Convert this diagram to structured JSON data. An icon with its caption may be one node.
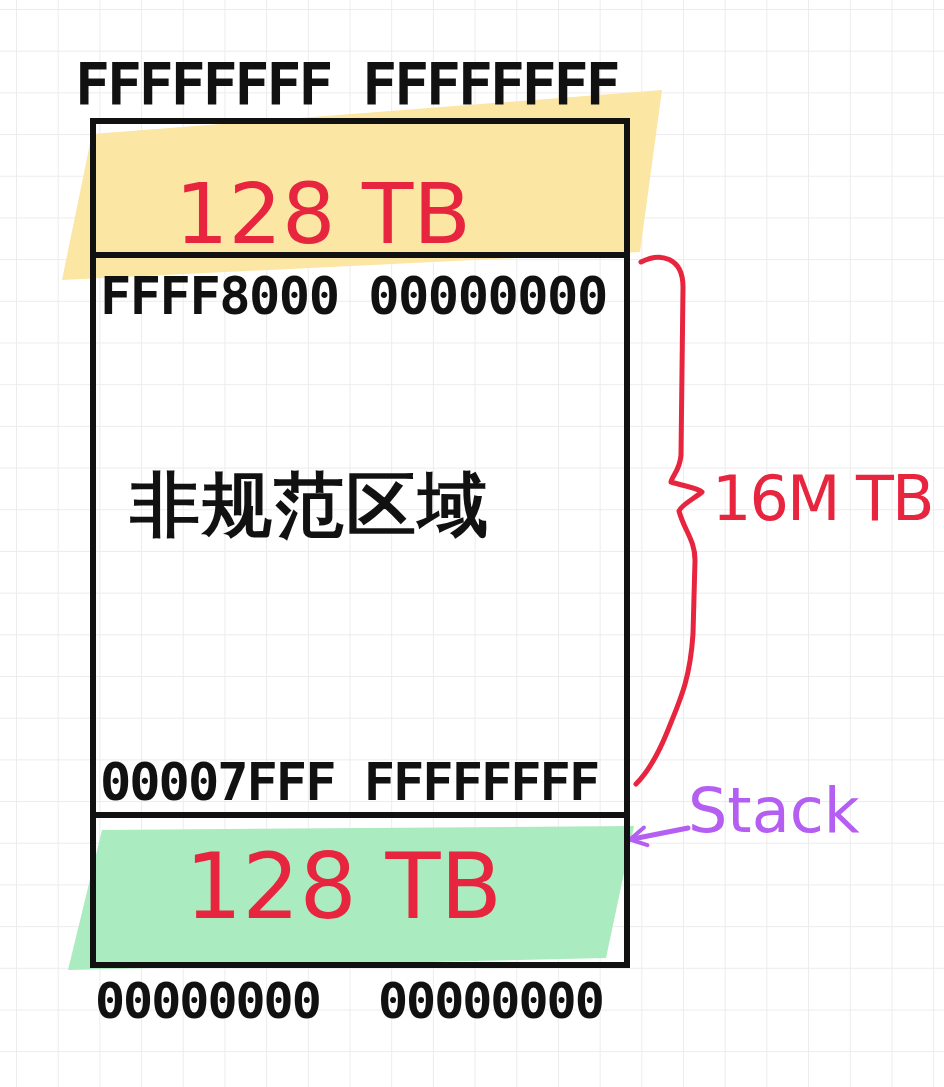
{
  "diagram": {
    "nodes": [
      {
        "text": [
          "128 TB"
        ],
        "beside": [
          "FFFFFFFF FFFFFFFF"
        ]
      },
      {
        "text": [
          "FFFF8000 00000000",
          "非规范区域",
          "00007FFF FFFFFFFF"
        ]
      },
      {
        "text": [
          "128 TB"
        ],
        "beside": [
          "00000000 00000000"
        ]
      },
      {
        "text": [
          "Stack"
        ]
      }
    ],
    "edges": [
      {
        "from": 3,
        "to": 2,
        "arrow": "to",
        "color": "#b45ef2"
      }
    ],
    "labels": [
      "16M TB"
    ]
  }
}
